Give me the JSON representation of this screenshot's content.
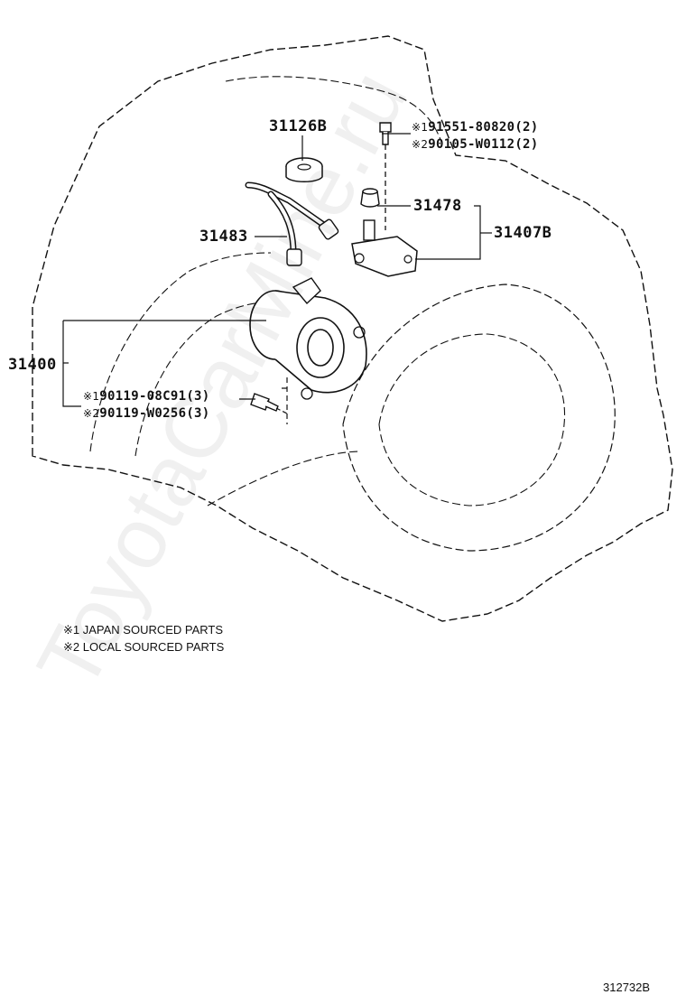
{
  "parts": {
    "p31126B": "31126B",
    "p31483": "31483",
    "p31478": "31478",
    "p31407B": "31407B",
    "p31400": "31400"
  },
  "bolts": {
    "top_1": {
      "mark": "※1",
      "text": "91551-80820(2)"
    },
    "top_2": {
      "mark": "※2",
      "text": "90105-W0112(2)"
    },
    "mid_1": {
      "mark": "※1",
      "text": "90119-08C91(3)"
    },
    "mid_2": {
      "mark": "※2",
      "text": "90119-W0256(3)"
    }
  },
  "notes": [
    "※1 JAPAN SOURCED PARTS",
    "※2 LOCAL SOURCED PARTS"
  ],
  "watermark": "ToyotaCarMine.ru",
  "figure_code": "312732B",
  "colors": {
    "ink": "#111111",
    "background": "#ffffff"
  }
}
